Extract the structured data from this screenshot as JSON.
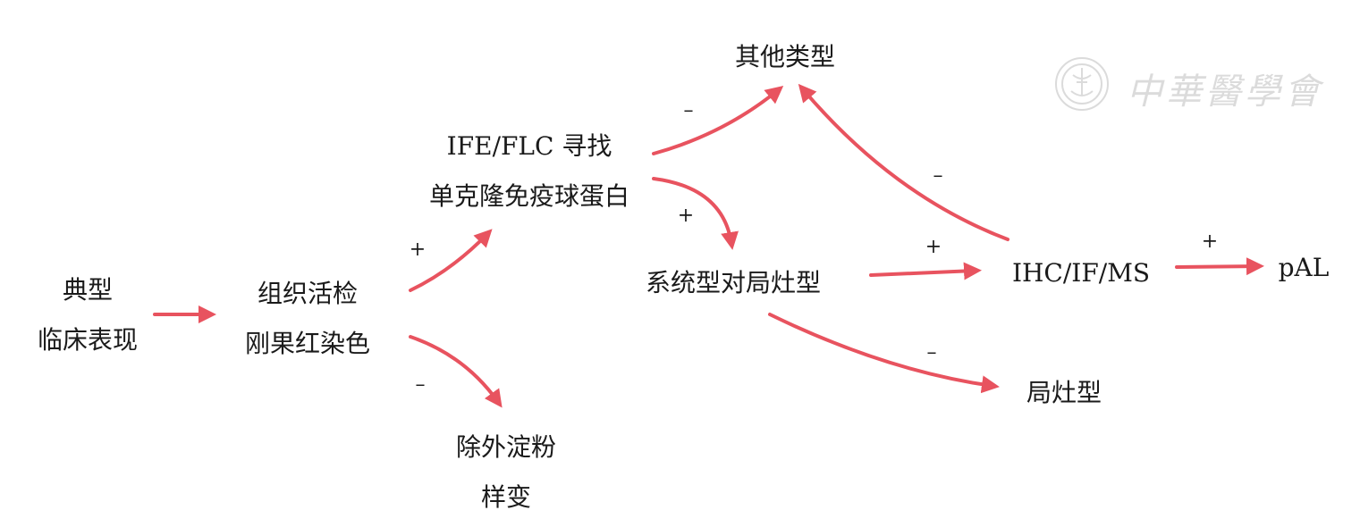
{
  "colors": {
    "arrow": "#e8535f",
    "text": "#1a1a1a",
    "watermark": "#9a9a9a"
  },
  "nodes": {
    "typical": {
      "line1": "典型",
      "line2": "临床表现"
    },
    "biopsy": {
      "line1": "组织活检",
      "line2": "刚果红染色"
    },
    "exclude": {
      "line1": "除外淀粉",
      "line2": "样变"
    },
    "ife": {
      "line1": "IFE/FLC 寻找",
      "line2": "单克隆免疫球蛋白"
    },
    "other": {
      "line1": "其他类型"
    },
    "systemic": {
      "line1": "系统型对局灶型"
    },
    "focal": {
      "line1": "局灶型"
    },
    "ihc": {
      "line1": "IHC/IF/MS"
    },
    "pal": {
      "line1": "pAL"
    }
  },
  "signs": {
    "biopsy_to_ife": "+",
    "biopsy_to_exclude": "–",
    "ife_to_other": "–",
    "ife_to_systemic": "+",
    "ihc_to_other": "–",
    "systemic_to_ihc": "+",
    "systemic_to_focal": "–",
    "ihc_to_pal": "+"
  },
  "watermark": {
    "text": "中華醫學會",
    "icon": "society-seal-icon"
  }
}
